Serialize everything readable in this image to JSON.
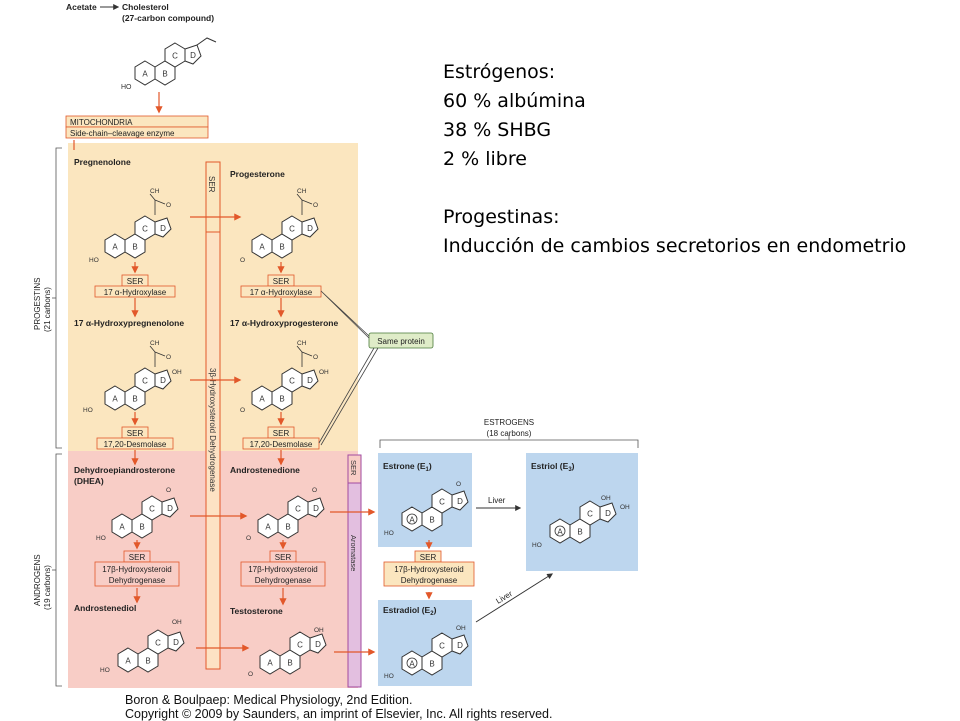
{
  "notes": {
    "estrogen_title": "Estrógenos:",
    "estrogen_albumin": "60 % albúmina",
    "estrogen_shbg": "38 % SHBG",
    "estrogen_free": "2 % libre",
    "progestin_title": "Progestinas:",
    "progestin_effect": "Inducción de cambios secretorios en endometrio"
  },
  "top": {
    "acetate": "Acetate",
    "cholesterol": "Cholesterol",
    "cholesterol_sub": "(27-carbon compound)",
    "mitochondria": "MITOCHONDRIA",
    "scc_enzyme": "Side-chain–cleavage enzyme"
  },
  "labels": {
    "pregnenolone": "Pregnenolone",
    "progesterone": "Progesterone",
    "hydroxypregnenolone": "17 α-Hydroxypregnenolone",
    "hydroxyprogesterone": "17 α-Hydroxyprogesterone",
    "dhea_1": "Dehydroepiandrosterone",
    "dhea_2": "(DHEA)",
    "androstenedione": "Androstenedione",
    "androstenediol": "Androstenediol",
    "testosterone": "Testosterone",
    "estrone": "Estrone (E",
    "estriol": "Estriol (E",
    "estradiol": "Estradiol (E",
    "sub1": "1",
    "sub2": "2",
    "sub3": "3",
    "close_paren": ")"
  },
  "enzymes": {
    "ser": "SER",
    "hydroxylase": "17 α-Hydroxylase",
    "desmolase": "17,20-Desmolase",
    "hsd17_1": "17β-Hydroxysteroid",
    "hsd17_2": "Dehydrogenase",
    "hsd3b": "3β-Hydroxysteroid Dehydrogenase",
    "aromatase": "Aromatase",
    "same_protein": "Same protein",
    "liver": "Liver"
  },
  "groups": {
    "progestins_1": "PROGESTINS",
    "progestins_2": "(21 carbons)",
    "androgens_1": "ANDROGENS",
    "androgens_2": "(19 carbons)",
    "estrogens_1": "ESTROGENS",
    "estrogens_2": "(18 carbons)"
  },
  "atoms": {
    "ho": "HO",
    "o": "O",
    "oh": "OH",
    "ch3": "CH",
    "c": "C",
    "three": "3",
    "ring_a": "A",
    "ring_b": "B",
    "ring_c": "C",
    "ring_d": "D"
  },
  "caption": {
    "line1": "Boron & Boulpaep: Medical Physiology, 2nd Edition.",
    "line2": "Copyright © 2009 by Saunders, an imprint of Elsevier, Inc. All rights reserved."
  },
  "colors": {
    "progestin_bg": "#fbe6bf",
    "androgen_bg": "#f8cdc6",
    "estrogen_bg": "#bdd6ee",
    "aromatase_bg": "#e3bfe0",
    "same_protein_bg": "#dfecc8",
    "arrow": "#e2582a"
  }
}
